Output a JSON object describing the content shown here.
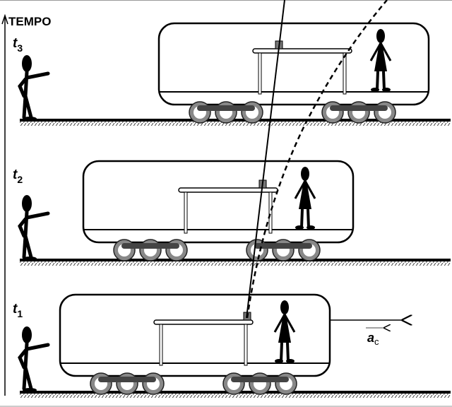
{
  "axis": {
    "label": "TEMPO"
  },
  "times": [
    {
      "t": "t",
      "sub": "3"
    },
    {
      "t": "t",
      "sub": "2"
    },
    {
      "t": "t",
      "sub": "1"
    }
  ],
  "acceleration": {
    "symbol": "a",
    "sub": "c"
  }
}
